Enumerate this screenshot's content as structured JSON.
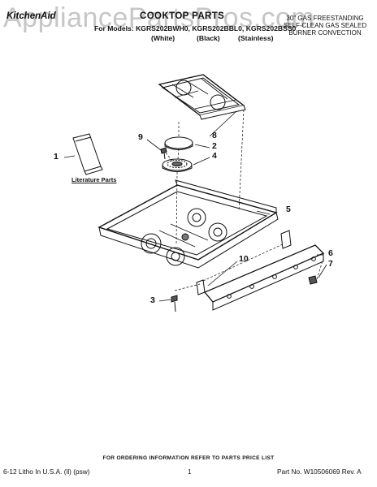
{
  "watermark": "AppliancePartsPros.com",
  "header": {
    "brand": "KitchenAid",
    "title": "COOKTOP PARTS",
    "models": "For Models: KGRS202BWH0, KGRS202BBL0, KGRS202BSS0",
    "finishes": [
      "(White)",
      "(Black)",
      "(Stainless)"
    ],
    "description": "30\" GAS FREESTANDING SELF-CLEAN GAS SEALED BURNER CONVECTION"
  },
  "diagram": {
    "callouts": [
      "1",
      "2",
      "3",
      "4",
      "5",
      "6",
      "7",
      "8",
      "9",
      "10"
    ],
    "literature_label": "Literature Parts"
  },
  "footer": {
    "note": "FOR ORDERING INFORMATION REFER TO PARTS PRICE LIST",
    "left": "6-12 Litho In U.S.A. (ll) (psw)",
    "page": "1",
    "part_no": "Part No. W10506069 Rev. A"
  }
}
